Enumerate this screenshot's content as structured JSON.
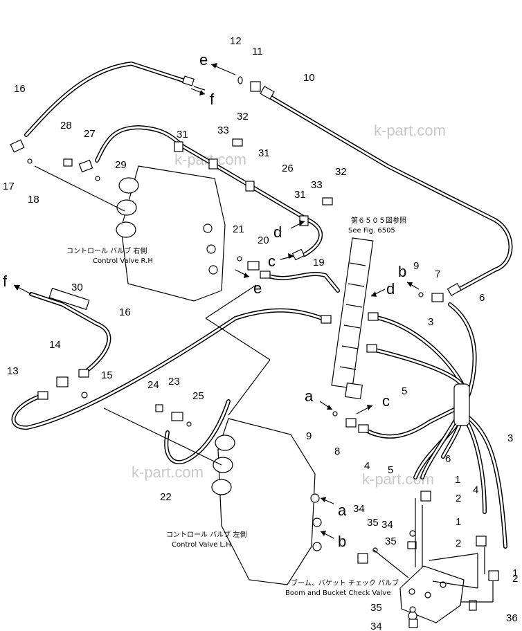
{
  "callouts": [
    "12",
    "11",
    "10",
    "16",
    "17",
    "18",
    "28",
    "27",
    "29",
    "31",
    "33",
    "32",
    "31",
    "26",
    "31",
    "33",
    "32",
    "21",
    "20",
    "19",
    "9",
    "7",
    "6",
    "3",
    "5",
    "30",
    "16",
    "14",
    "13",
    "15",
    "24",
    "23",
    "25",
    "22",
    "9",
    "8",
    "4",
    "5",
    "6",
    "1",
    "2",
    "3",
    "4",
    "1",
    "2",
    "1",
    "2",
    "34",
    "35",
    "34",
    "35",
    "36",
    "35",
    "34"
  ],
  "flow_letters": {
    "e_top": "e",
    "f_top": "f",
    "d_mid": "d",
    "c_mid": "c",
    "e_mid": "e",
    "d_right": "d",
    "b_right": "b",
    "f_left": "f",
    "a_valve": "a",
    "c_valve": "c",
    "a_lh": "a",
    "b_lh": "b"
  },
  "captions": {
    "fig_ref_jp": "第６５０５図参照",
    "fig_ref_en": "See Fig. 6505",
    "valve_rh_jp": "コントロール バルブ 右側",
    "valve_rh_en": "Control Valve R.H",
    "valve_lh_jp": "コントロール バルブ 左側",
    "valve_lh_en": "Control Valve L.H",
    "check_valve_jp": "ブーム、バケット チェック バルブ",
    "check_valve_en": "Boom and Bucket Check Valve"
  },
  "watermarks": [
    "k-part.com",
    "k-part.com",
    "k-part.com",
    "k-part.com"
  ]
}
